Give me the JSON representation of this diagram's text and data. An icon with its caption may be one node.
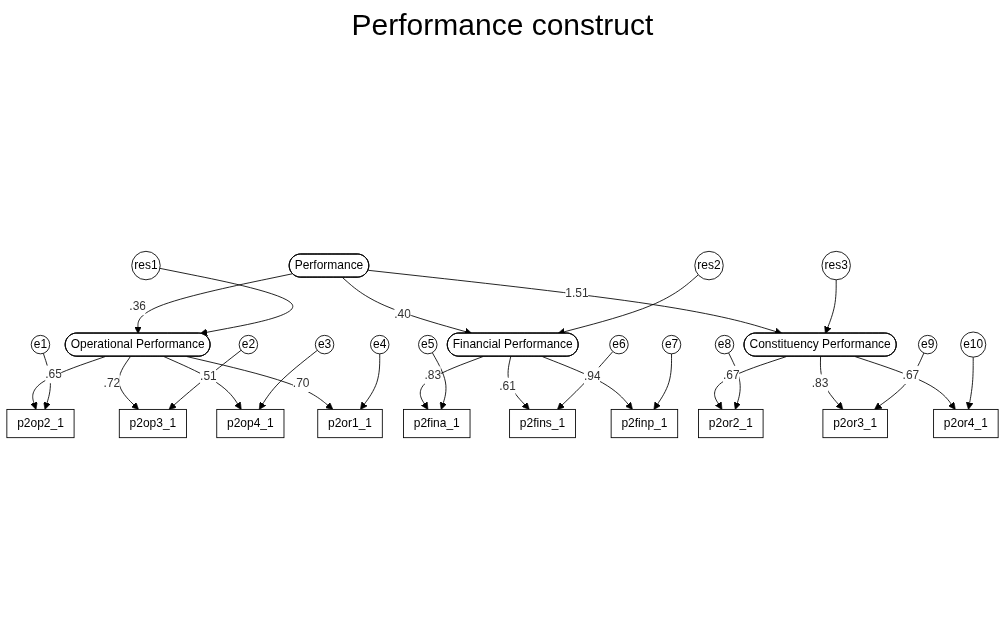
{
  "diagram": {
    "title": "Performance construct",
    "nodes": [
      {
        "text": [
          "Performance"
        ]
      },
      {
        "text": [
          "res1"
        ]
      },
      {
        "text": [
          "Operational Performance"
        ]
      },
      {
        "text": [
          "res2"
        ]
      },
      {
        "text": [
          "Financial Performance"
        ]
      },
      {
        "text": [
          "res3"
        ]
      },
      {
        "text": [
          "Constituency Performance"
        ]
      },
      {
        "text": [
          "p2op2_1"
        ]
      },
      {
        "text": [
          "p2op3_1"
        ]
      },
      {
        "text": [
          "p2op4_1"
        ]
      },
      {
        "text": [
          "p2or1_1"
        ]
      },
      {
        "text": [
          "p2fina_1"
        ]
      },
      {
        "text": [
          "p2fins_1"
        ]
      },
      {
        "text": [
          "p2finp_1"
        ]
      },
      {
        "text": [
          "p2or2_1"
        ]
      },
      {
        "text": [
          "p2or3_1"
        ]
      },
      {
        "text": [
          "p2or4_1"
        ]
      },
      {
        "text": [
          "e1"
        ]
      },
      {
        "text": [
          "e2"
        ]
      },
      {
        "text": [
          "e3"
        ]
      },
      {
        "text": [
          "e4"
        ]
      },
      {
        "text": [
          "e5"
        ]
      },
      {
        "text": [
          "e6"
        ]
      },
      {
        "text": [
          "e7"
        ]
      },
      {
        "text": [
          "e8"
        ]
      },
      {
        "text": [
          "e9"
        ]
      },
      {
        "text": [
          "e10"
        ]
      }
    ],
    "edges": [
      {
        "from": 0,
        "to": 2,
        "arrow": "to",
        "label": ".36"
      },
      {
        "from": 0,
        "to": 4,
        "arrow": "to",
        "label": ".40"
      },
      {
        "from": 0,
        "to": 6,
        "arrow": "to",
        "label": "1.51"
      },
      {
        "from": 1,
        "to": 2,
        "arrow": "to"
      },
      {
        "from": 3,
        "to": 4,
        "arrow": "to"
      },
      {
        "from": 5,
        "to": 6,
        "arrow": "to"
      },
      {
        "from": 2,
        "to": 7,
        "arrow": "to",
        "label": ".65"
      },
      {
        "from": 2,
        "to": 8,
        "arrow": "to",
        "label": ".72"
      },
      {
        "from": 2,
        "to": 9,
        "arrow": "to",
        "label": ".51"
      },
      {
        "from": 2,
        "to": 10,
        "arrow": "to",
        "label": ".70"
      },
      {
        "from": 4,
        "to": 11,
        "arrow": "to",
        "label": ".83"
      },
      {
        "from": 4,
        "to": 12,
        "arrow": "to",
        "label": ".61"
      },
      {
        "from": 4,
        "to": 13,
        "arrow": "to",
        "label": ".94"
      },
      {
        "from": 6,
        "to": 14,
        "arrow": "to",
        "label": ".67"
      },
      {
        "from": 6,
        "to": 15,
        "arrow": "to",
        "label": ".83"
      },
      {
        "from": 6,
        "to": 16,
        "arrow": "to",
        "label": ".67"
      },
      {
        "from": 17,
        "to": 7,
        "arrow": "to"
      },
      {
        "from": 18,
        "to": 8,
        "arrow": "to"
      },
      {
        "from": 19,
        "to": 9,
        "arrow": "to"
      },
      {
        "from": 20,
        "to": 10,
        "arrow": "to"
      },
      {
        "from": 21,
        "to": 11,
        "arrow": "to"
      },
      {
        "from": 22,
        "to": 12,
        "arrow": "to"
      },
      {
        "from": 23,
        "to": 13,
        "arrow": "to"
      },
      {
        "from": 24,
        "to": 14,
        "arrow": "to"
      },
      {
        "from": 25,
        "to": 15,
        "arrow": "to"
      },
      {
        "from": 26,
        "to": 16,
        "arrow": "to"
      }
    ]
  }
}
